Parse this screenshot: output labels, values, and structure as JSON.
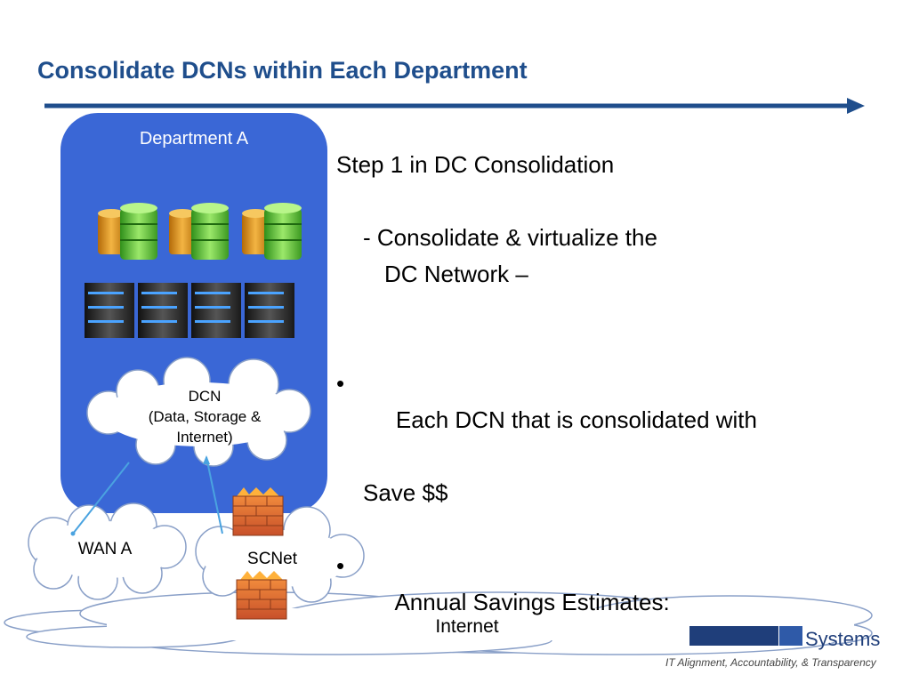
{
  "title": "Consolidate DCNs within Each Department",
  "department": {
    "label": "Department A"
  },
  "text": {
    "heading": "Step 1 in DC Consolidation",
    "sub1": "- Consolidate & virtualize the",
    "sub2": "DC Network –",
    "bullet1_line1": "Each DCN that is consolidated with",
    "bullet1_line2": "Save $$",
    "bullet2": "Annual Savings Estimates:"
  },
  "clouds": {
    "dcn_line1": "DCN",
    "dcn_line2": "(Data, Storage &",
    "dcn_line3": "Internet)",
    "wan": "WAN A",
    "scnet": "SCNet",
    "internet": "Internet"
  },
  "footer": {
    "logo_partial": "Systems",
    "tagline": "IT Alignment, Accountability, & Transparency"
  },
  "colors": {
    "title": "#1f4e8c",
    "department_box": "#3a67d6",
    "arrow": "#1f4e8c"
  }
}
